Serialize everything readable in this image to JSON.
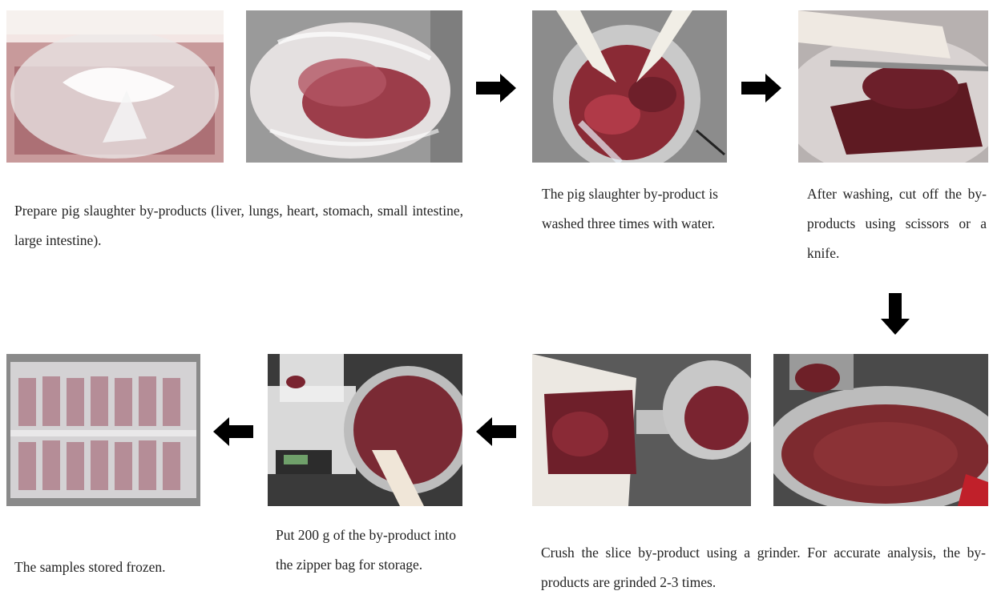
{
  "steps": {
    "prepare": "Prepare pig slaughter by-products (liver, lungs, heart, stomach, small intestine, large intestine).",
    "wash": "The pig slaughter by-product is washed three times with water.",
    "cut": "After washing, cut off the by-products using scissors or a knife.",
    "grind": "Crush the slice by-product using a grinder. For accurate analysis, the by-products are grinded 2-3 times.",
    "bag": "Put 200 g of the by-product into the zipper bag for storage.",
    "store": "The samples stored frozen."
  },
  "colors": {
    "meat": "#7a2430",
    "steel": "#b8b8b8",
    "plastic": "#e9e6e6",
    "arrow": "#000000"
  },
  "icons": [
    "arrow-right-icon",
    "arrow-down-icon",
    "arrow-left-icon"
  ]
}
